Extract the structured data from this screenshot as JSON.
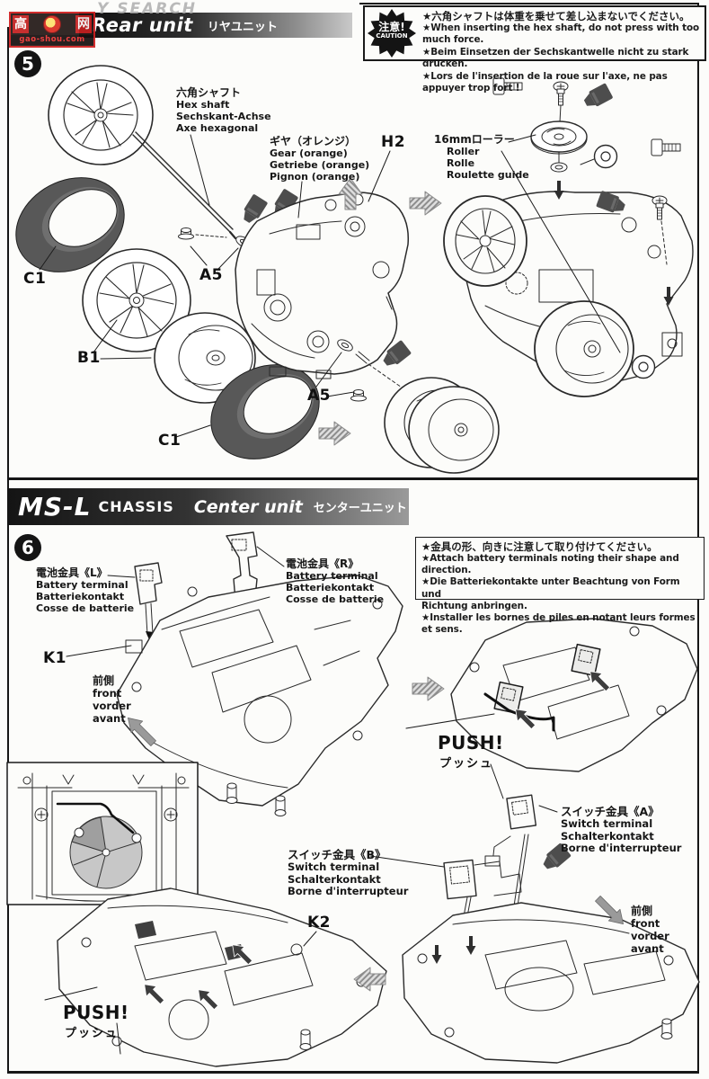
{
  "watermark": {
    "char_left": "高",
    "char_right": "网",
    "url": "gao-shou.com",
    "search": "Y SEARCH"
  },
  "rear_unit": {
    "step": "5",
    "header": {
      "title_en": "Rear unit",
      "title_jp": "リヤユニット"
    },
    "caution": {
      "badge_jp": "注意!",
      "badge_en": "CAUTION",
      "lines": [
        "★六角シャフトは体重を乗せて差し込まないでください。",
        "★When inserting the hex shaft, do not press with too much force.",
        "★Beim Einsetzen der Sechskantwelle nicht zu stark drücken.",
        "★Lors de l'insertion de la roue sur l'axe, ne pas appuyer trop fort !"
      ]
    },
    "labels": {
      "hex_shaft": [
        "六角シャフト",
        "Hex shaft",
        "Sechskant-Achse",
        "Axe hexagonal"
      ],
      "gear": [
        "ギヤ（オレンジ）",
        "Gear (orange)",
        "Getriebe (orange)",
        "Pignon (orange)"
      ],
      "roller": [
        "16mmローラー",
        "Roller",
        "Rolle",
        "Roulette guide"
      ],
      "h2": "H2",
      "a5_upper": "A5",
      "a5_lower": "A5",
      "b1": "B1",
      "c1_upper": "C1",
      "c1_lower": "C1"
    }
  },
  "center_unit": {
    "step": "6",
    "header": {
      "brand": "MS-L",
      "chassis": "CHASSIS",
      "title_en": "Center unit",
      "title_jp": "センターユニット"
    },
    "notes": [
      "★金具の形、向きに注意して取り付けてください。",
      "★Attach battery terminals noting their shape and direction.",
      "★Die Batteriekontakte unter Beachtung von Form und",
      "Richtung anbringen.",
      "★Installer les bornes de piles en notant leurs formes et sens."
    ],
    "labels": {
      "battery_l": [
        "電池金具《L》",
        "Battery terminal",
        "Batteriekontakt",
        "Cosse de batterie"
      ],
      "battery_r": [
        "電池金具《R》",
        "Battery terminal",
        "Batteriekontakt",
        "Cosse de batterie"
      ],
      "switch_a": [
        "スイッチ金具《A》",
        "Switch terminal",
        "Schalterkontakt",
        "Borne d'interrupteur"
      ],
      "switch_b": [
        "スイッチ金具《B》",
        "Switch terminal",
        "Schalterkontakt",
        "Borne d'interrupteur"
      ],
      "k1": "K1",
      "k2": "K2",
      "front_left": [
        "前側",
        "front",
        "vorder",
        "avant"
      ],
      "front_right": [
        "前側",
        "front",
        "vorder",
        "avant"
      ],
      "push_right": {
        "en": "PUSH!",
        "jp": "プッシュ"
      },
      "push_bottom": {
        "en": "PUSH!",
        "jp": "プッシュ"
      }
    }
  }
}
